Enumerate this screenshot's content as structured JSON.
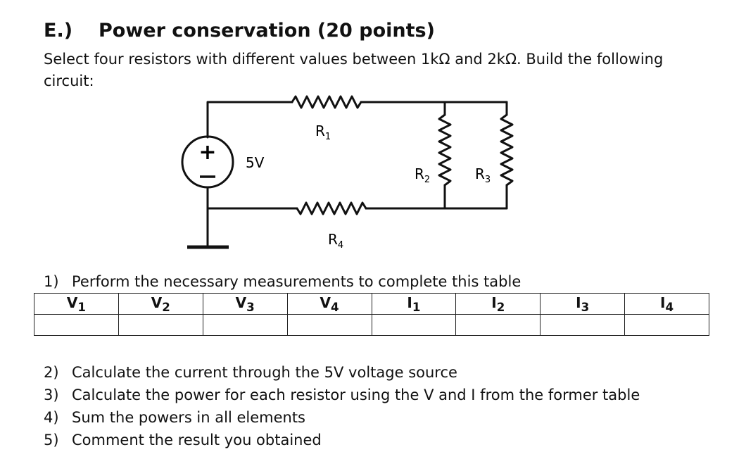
{
  "heading": {
    "number": "E.)",
    "title": "Power conservation (20 points)"
  },
  "intro": {
    "line1": "Select four resistors with different values between 1kΩ and 2kΩ.  Build the following",
    "line2": "circuit:"
  },
  "circuit": {
    "source_plus": "+",
    "source_minus": "−",
    "source_label": "5V",
    "r1_label": "R",
    "r1_sub": "1",
    "r2_label": "R",
    "r2_sub": "2",
    "r3_label": "R",
    "r3_sub": "3",
    "r4_label": "R",
    "r4_sub": "4"
  },
  "task1": {
    "number": "1)",
    "text": "Perform the necessary measurements to complete this table"
  },
  "table": {
    "headers": [
      {
        "base": "V",
        "sub": "1"
      },
      {
        "base": "V",
        "sub": "2"
      },
      {
        "base": "V",
        "sub": "3"
      },
      {
        "base": "V",
        "sub": "4"
      },
      {
        "base": "I",
        "sub": "1"
      },
      {
        "base": "I",
        "sub": "2"
      },
      {
        "base": "I",
        "sub": "3"
      },
      {
        "base": "I",
        "sub": "4"
      }
    ]
  },
  "tasks": [
    {
      "number": "2)",
      "text": "Calculate the current through the 5V voltage source"
    },
    {
      "number": "3)",
      "text": "Calculate the power for each resistor using the V and I from the former table"
    },
    {
      "number": "4)",
      "text": "Sum the powers in all elements"
    },
    {
      "number": "5)",
      "text": "Comment the result you obtained"
    }
  ]
}
